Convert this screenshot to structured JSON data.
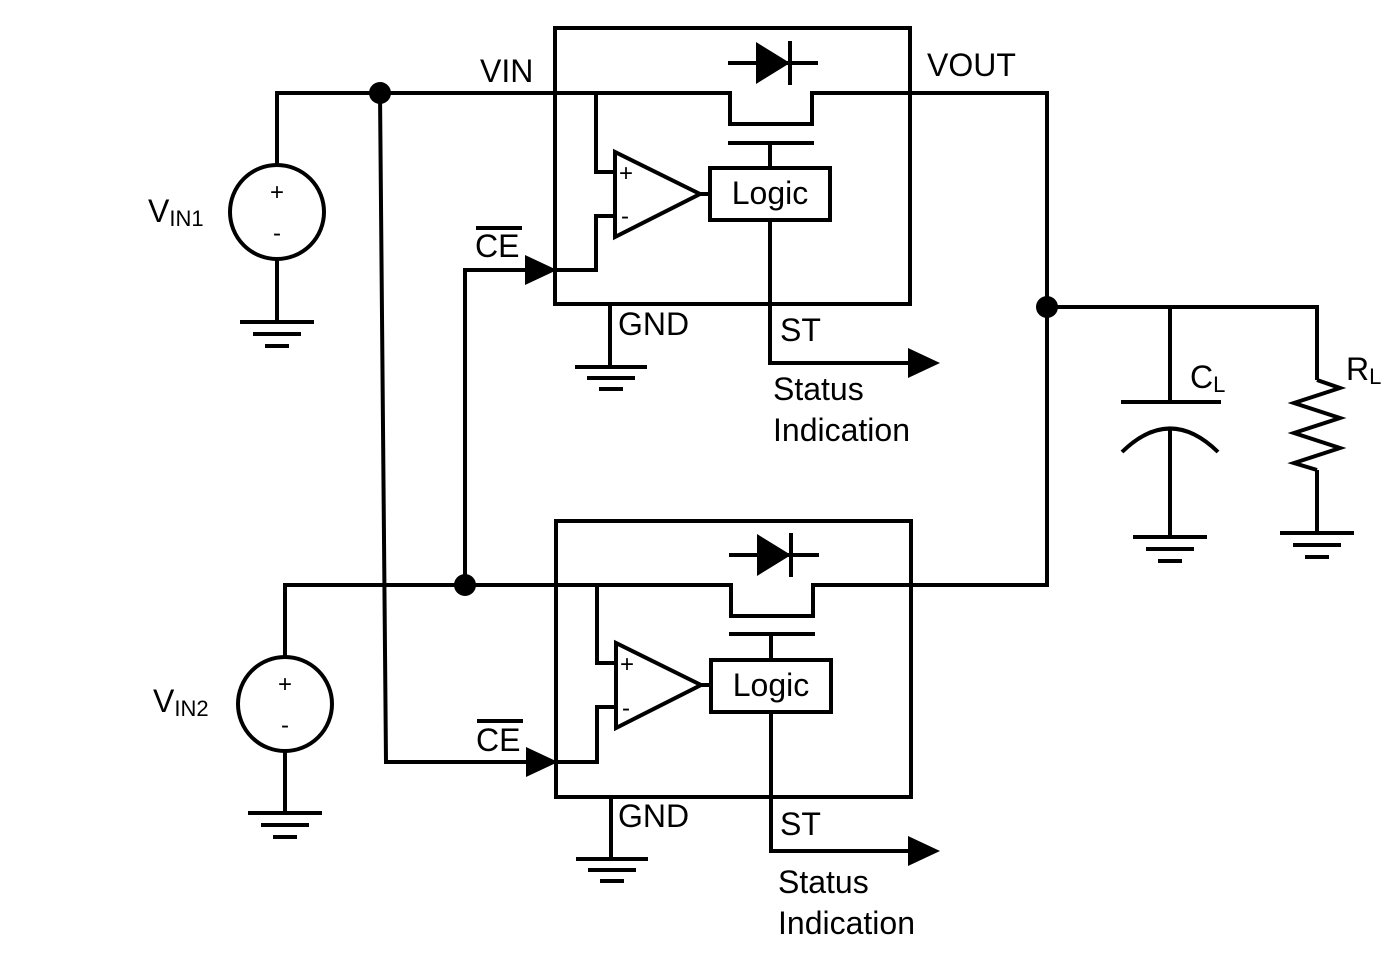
{
  "labels": {
    "vin": "VIN",
    "vout": "VOUT",
    "ce": "CE",
    "gnd": "GND",
    "st": "ST",
    "logic": "Logic",
    "status_line1": "Status",
    "status_line2": "Indication",
    "plus": "+",
    "minus": "-"
  },
  "sources": [
    {
      "main": "V",
      "sub": "IN1"
    },
    {
      "main": "V",
      "sub": "IN2"
    }
  ],
  "cap": {
    "main": "C",
    "sub": "L"
  },
  "res": {
    "main": "R",
    "sub": "L"
  }
}
